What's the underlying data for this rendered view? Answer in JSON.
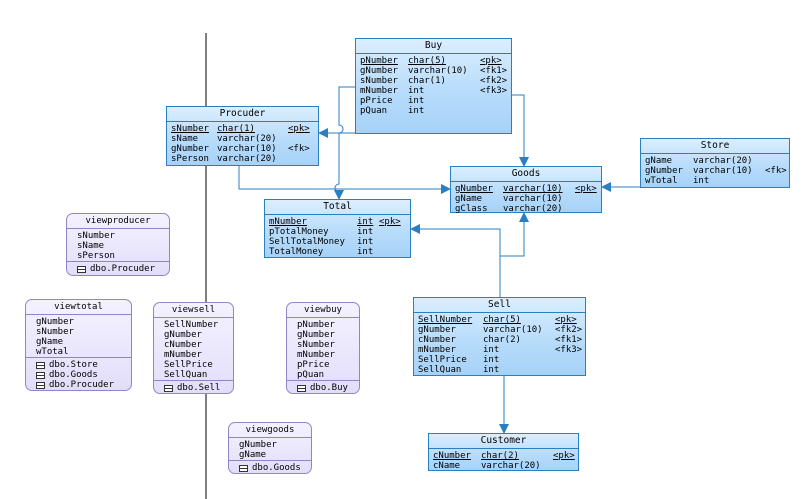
{
  "entities": {
    "buy": {
      "name": "Buy",
      "rows": [
        {
          "name": "pNumber",
          "type": "char(5)",
          "key": "<pk>"
        },
        {
          "name": "gNumber",
          "type": "varchar(10)",
          "key": "<fk1>"
        },
        {
          "name": "sNumber",
          "type": "char(1)",
          "key": "<fk2>"
        },
        {
          "name": "mNumber",
          "type": "int",
          "key": "<fk3>"
        },
        {
          "name": "pPrice",
          "type": "int",
          "key": ""
        },
        {
          "name": "pQuan",
          "type": "int",
          "key": ""
        }
      ]
    },
    "procuder": {
      "name": "Procuder",
      "rows": [
        {
          "name": "sNumber",
          "type": "char(1)",
          "key": "<pk>"
        },
        {
          "name": "sName",
          "type": "varchar(20)",
          "key": ""
        },
        {
          "name": "gNumber",
          "type": "varchar(10)",
          "key": "<fk>"
        },
        {
          "name": "sPerson",
          "type": "varchar(20)",
          "key": ""
        }
      ]
    },
    "store": {
      "name": "Store",
      "rows": [
        {
          "name": "gName",
          "type": "varchar(20)",
          "key": ""
        },
        {
          "name": "gNumber",
          "type": "varchar(10)",
          "key": "<fk>"
        },
        {
          "name": "wTotal",
          "type": "int",
          "key": ""
        }
      ]
    },
    "goods": {
      "name": "Goods",
      "rows": [
        {
          "name": "gNumber",
          "type": "varchar(10)",
          "key": "<pk>"
        },
        {
          "name": "gName",
          "type": "varchar(10)",
          "key": ""
        },
        {
          "name": "gClass",
          "type": "varchar(20)",
          "key": ""
        }
      ]
    },
    "total": {
      "name": "Total",
      "rows": [
        {
          "name": "mNumber",
          "type": "int",
          "key": "<pk>"
        },
        {
          "name": "pTotalMoney",
          "type": "int",
          "key": ""
        },
        {
          "name": "SellTotalMoney",
          "type": "int",
          "key": ""
        },
        {
          "name": "TotalMoney",
          "type": "int",
          "key": ""
        }
      ]
    },
    "sell": {
      "name": "Sell",
      "rows": [
        {
          "name": "SellNumber",
          "type": "char(5)",
          "key": "<pk>"
        },
        {
          "name": "gNumber",
          "type": "varchar(10)",
          "key": "<fk2>"
        },
        {
          "name": "cNumber",
          "type": "char(2)",
          "key": "<fk1>"
        },
        {
          "name": "mNumber",
          "type": "int",
          "key": "<fk3>"
        },
        {
          "name": "SellPrice",
          "type": "int",
          "key": ""
        },
        {
          "name": "SellQuan",
          "type": "int",
          "key": ""
        }
      ]
    },
    "customer": {
      "name": "Customer",
      "rows": [
        {
          "name": "cNumber",
          "type": "char(2)",
          "key": "<pk>"
        },
        {
          "name": "cName",
          "type": "varchar(20)",
          "key": ""
        }
      ]
    }
  },
  "views": {
    "viewproducer": {
      "name": "viewproducer",
      "columns": [
        "sNumber",
        "sName",
        "sPerson"
      ],
      "tables": [
        "dbo.Procuder"
      ]
    },
    "viewtotal": {
      "name": "viewtotal",
      "columns": [
        "gNumber",
        "sNumber",
        "gName",
        "wTotal"
      ],
      "tables": [
        "dbo.Store",
        "dbo.Goods",
        "dbo.Procuder"
      ]
    },
    "viewsell": {
      "name": "viewsell",
      "columns": [
        "SellNumber",
        "gNumber",
        "cNumber",
        "mNumber",
        "SellPrice",
        "SellQuan"
      ],
      "tables": [
        "dbo.Sell"
      ]
    },
    "viewbuy": {
      "name": "viewbuy",
      "columns": [
        "pNumber",
        "gNumber",
        "sNumber",
        "mNumber",
        "pPrice",
        "pQuan"
      ],
      "tables": [
        "dbo.Buy"
      ]
    },
    "viewgoods": {
      "name": "viewgoods",
      "columns": [
        "gNumber",
        "gName"
      ],
      "tables": [
        "dbo.Goods"
      ]
    }
  },
  "colors": {
    "entity_border": "#2a7fc0",
    "connector": "#2a7fc0",
    "view_border": "#8f86c8",
    "divider": "#000000"
  }
}
